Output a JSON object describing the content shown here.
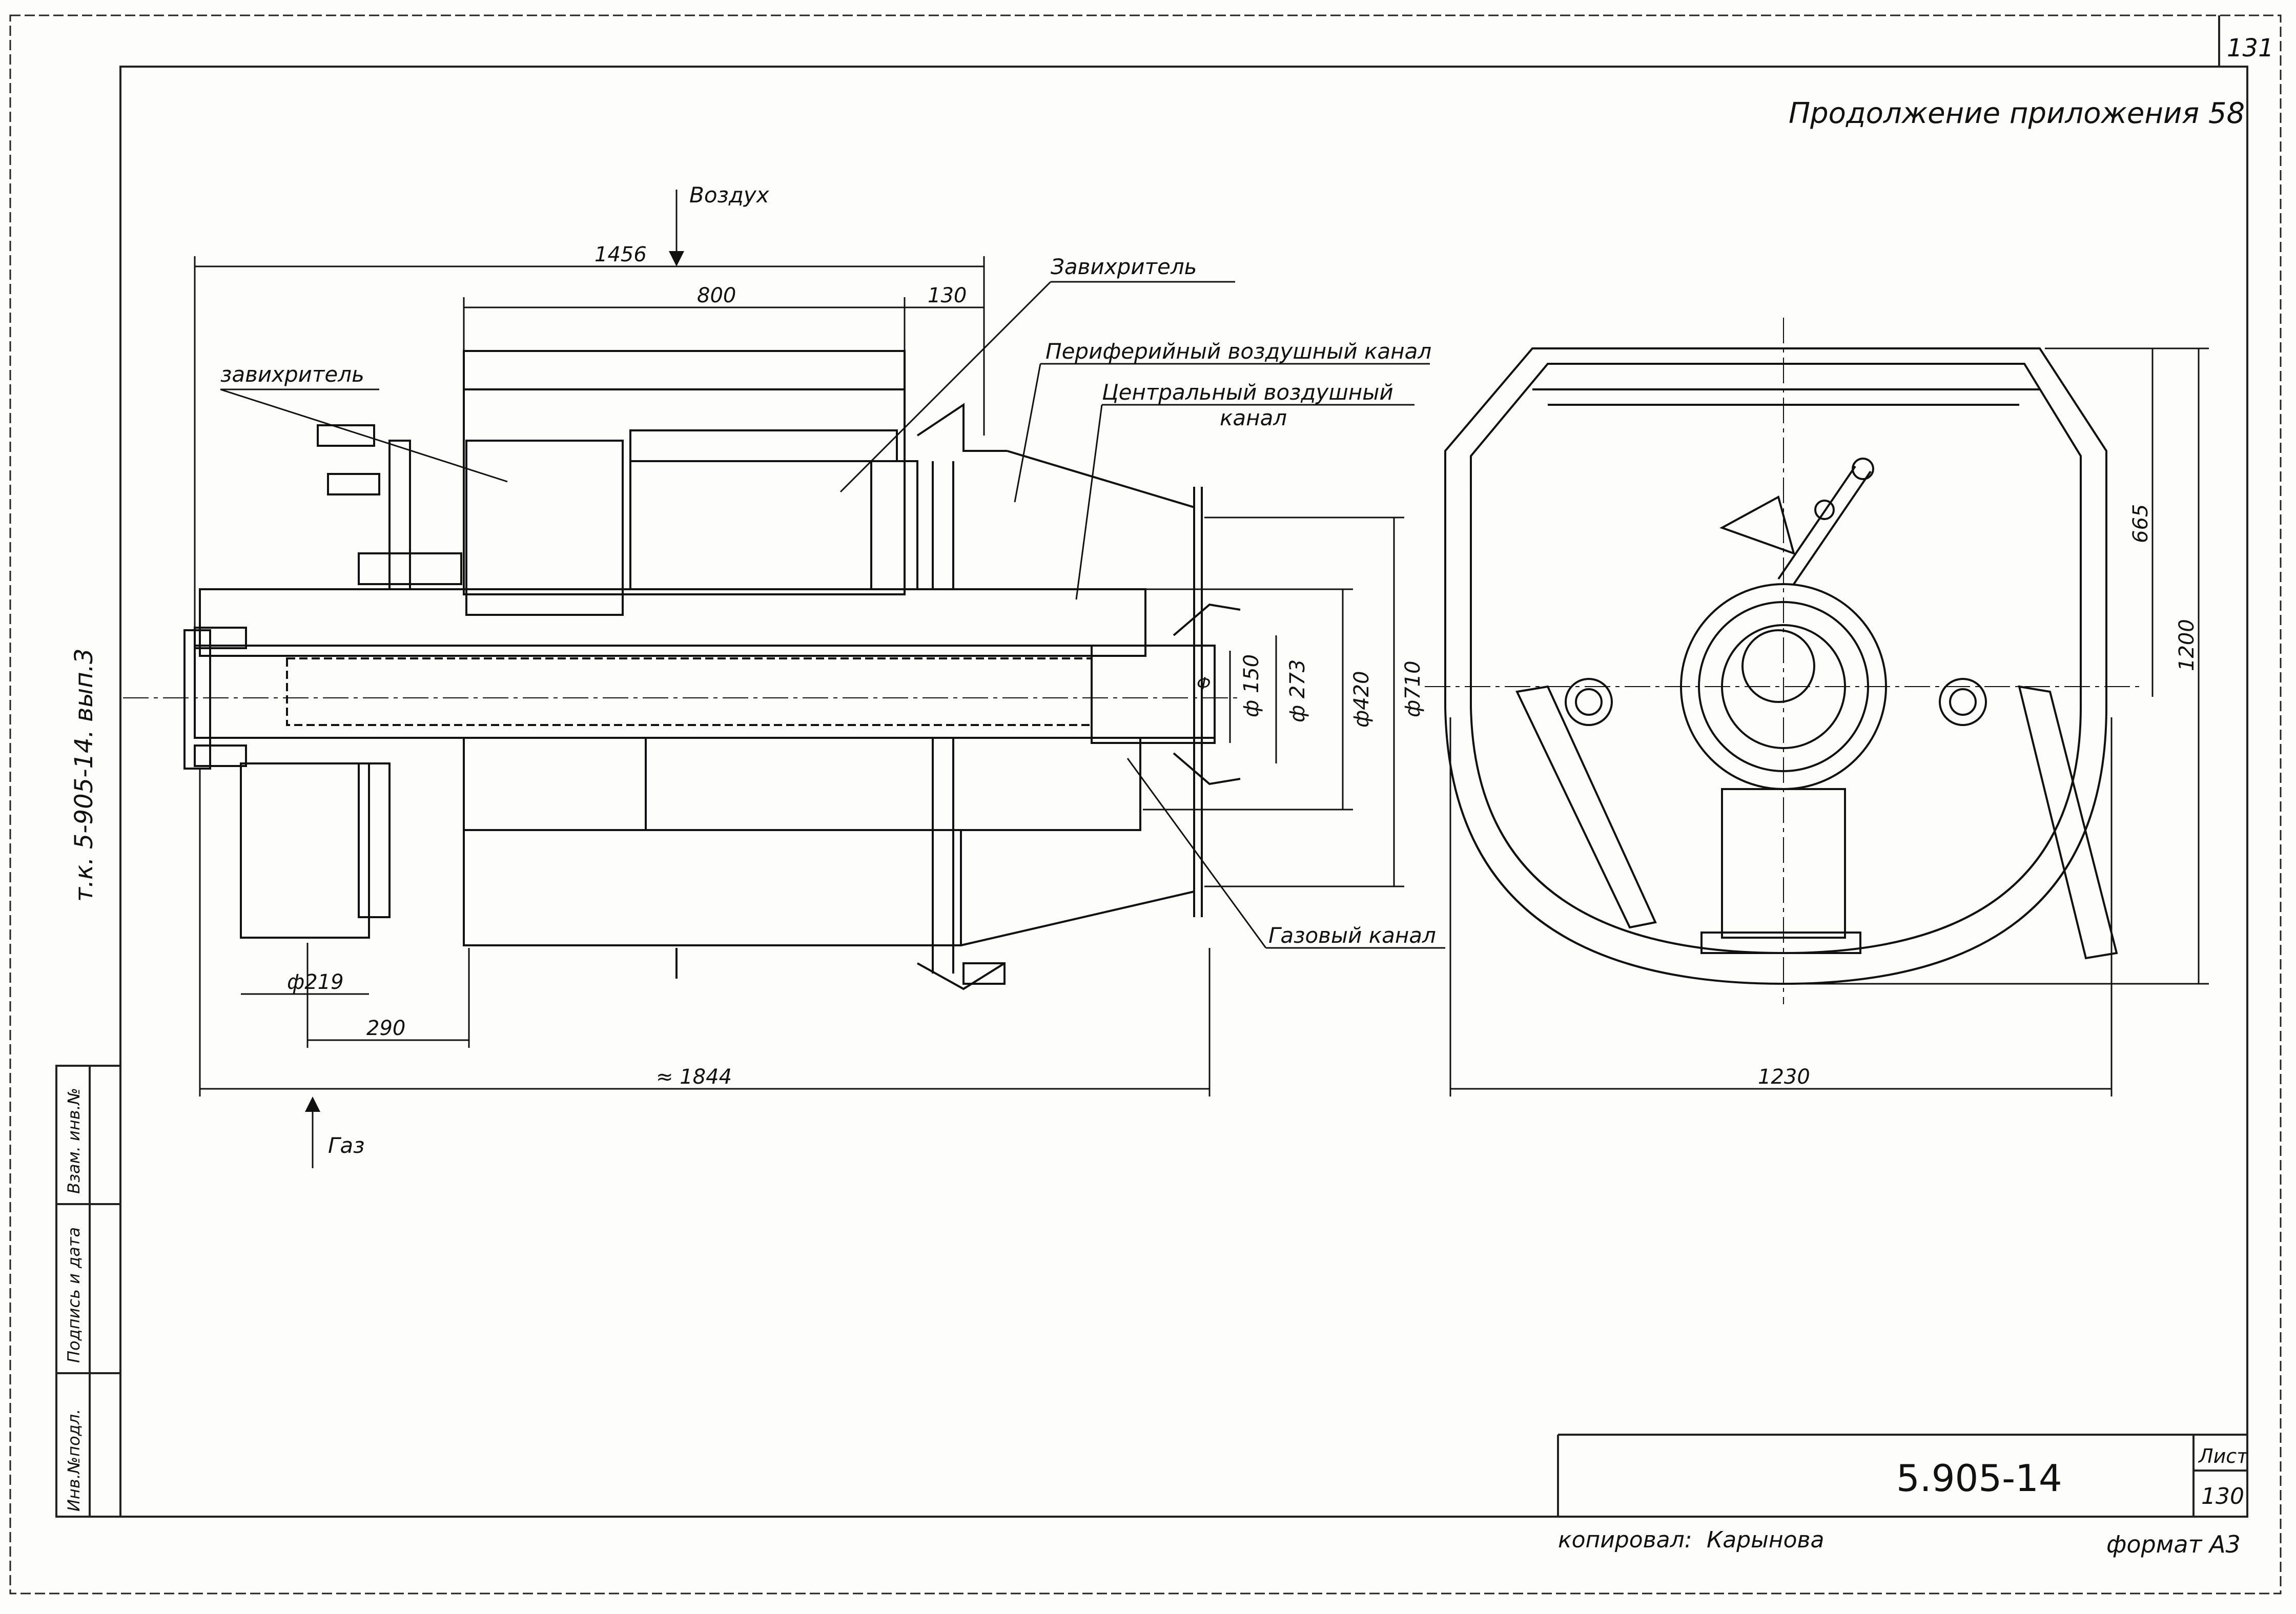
{
  "sheet": {
    "page_corner_number": "131",
    "header": "Продолжение приложения 58",
    "side_note": "т.к. 5-905-14. вып.3",
    "doc_number": "5.905-14",
    "sheet_label": "Лист",
    "sheet_number": "130",
    "copied_by": "копировал:",
    "copier_name": "Карынова",
    "format": "формат А3",
    "side_stamp_cells": [
      "Инв.№подл.",
      "Подпись и дата",
      "Взам. инв.№"
    ]
  },
  "labels": {
    "air": "Воздух",
    "gas": "Газ",
    "swirler_left": "завихритель",
    "swirler_top": "Завихритель",
    "peripheral_channel": "Периферийный воздушный канал",
    "central_channel_line1": "Центральный воздушный",
    "central_channel_line2": "канал",
    "gas_channel": "Газовый канал",
    "small_mark": "Ф"
  },
  "dimensions": {
    "d1456": "1456",
    "d800": "800",
    "d130": "130",
    "d1844": "≈ 1844",
    "d290": "290",
    "d219": "ф219",
    "d150": "ф 150",
    "d273": "ф 273",
    "d420": "ф420",
    "d710": "ф710",
    "d1230": "1230",
    "d1200": "1200",
    "d665": "665"
  }
}
